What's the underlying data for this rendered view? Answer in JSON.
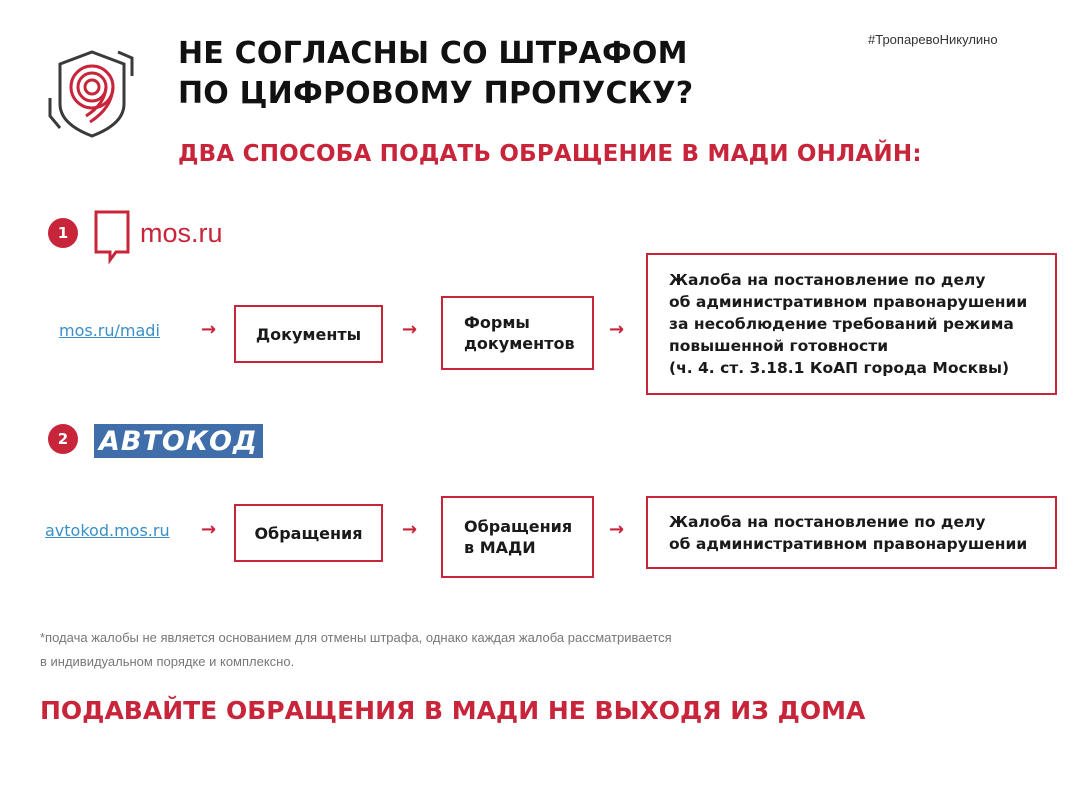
{
  "header": {
    "hashtag": "#ТропаревоНикулино",
    "title_lines": [
      "НЕ СОГЛАСНЫ СО ШТРАФОМ",
      "ПО ЦИФРОВОМУ ПРОПУСКУ?"
    ],
    "subtitle": "ДВА СПОСОБА ПОДАТЬ ОБРАЩЕНИЕ В МАДИ ОНЛАЙН:",
    "logo_icon": "shield-fingerprint-icon"
  },
  "colors": {
    "accent": "#c8243a",
    "link": "#3a8fc7",
    "avtokod_brand": "#3f6eaa",
    "text": "#1a1a1a",
    "footnote": "#777777"
  },
  "methods": [
    {
      "number": "1",
      "brand": "mos.ru",
      "brand_icon": "speech-bubble-icon",
      "link": "mos.ru/madi",
      "steps": [
        {
          "lines": [
            "Документы"
          ]
        },
        {
          "lines": [
            "Формы",
            "документов"
          ]
        },
        {
          "lines": [
            "Жалоба на постановление по делу",
            "об административном правонарушении",
            "за несоблюдение требований режима",
            "повышенной готовности",
            "(ч. 4. ст. 3.18.1 КоАП города Москвы)"
          ]
        }
      ],
      "arrow": "→"
    },
    {
      "number": "2",
      "brand": "АВТОКОД",
      "link": "avtokod.mos.ru",
      "steps": [
        {
          "lines": [
            "Обращения"
          ]
        },
        {
          "lines": [
            "Обращения",
            "в МАДИ"
          ]
        },
        {
          "lines": [
            "Жалоба на постановление по делу",
            "об административном правонарушении"
          ]
        }
      ],
      "arrow": "→"
    }
  ],
  "footnote": {
    "lines": [
      "*подача жалобы не является основанием для отмены штрафа, однако каждая жалоба рассматривается",
      "в индивидуальном порядке и комплексно."
    ]
  },
  "cta": "ПОДАВАЙТЕ ОБРАЩЕНИЯ В МАДИ НЕ ВЫХОДЯ ИЗ ДОМА"
}
